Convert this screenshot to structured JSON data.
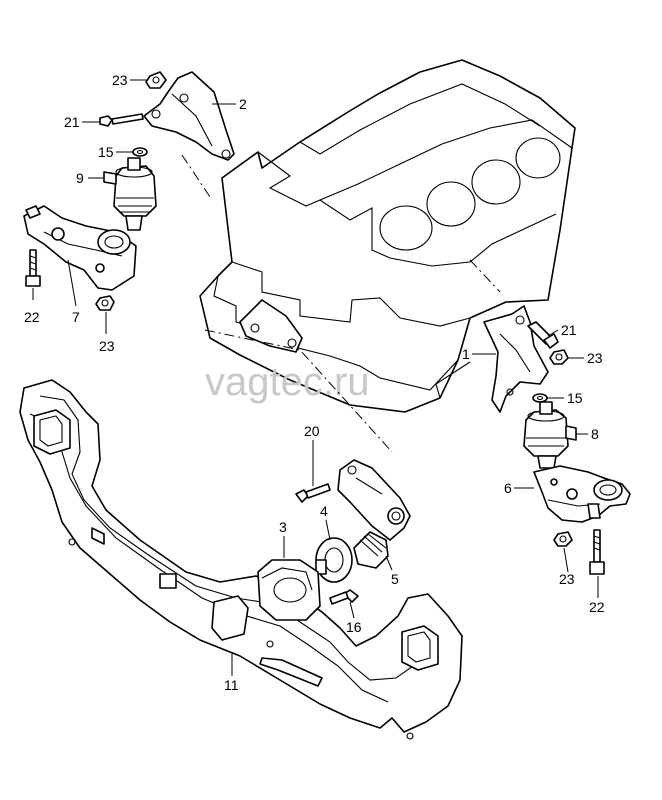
{
  "watermark": "vagtec.ru",
  "callouts": {
    "c23a": "23",
    "c2": "2",
    "c21a": "21",
    "c15a": "15",
    "c9": "9",
    "c22a": "22",
    "c7": "7",
    "c23b": "23",
    "c21b": "21",
    "c1": "1",
    "c23c": "23",
    "c15b": "15",
    "c8": "8",
    "c6": "6",
    "c23d": "23",
    "c22b": "22",
    "c20": "20",
    "c3": "3",
    "c4": "4",
    "c5": "5",
    "c16": "16",
    "c11": "11"
  }
}
